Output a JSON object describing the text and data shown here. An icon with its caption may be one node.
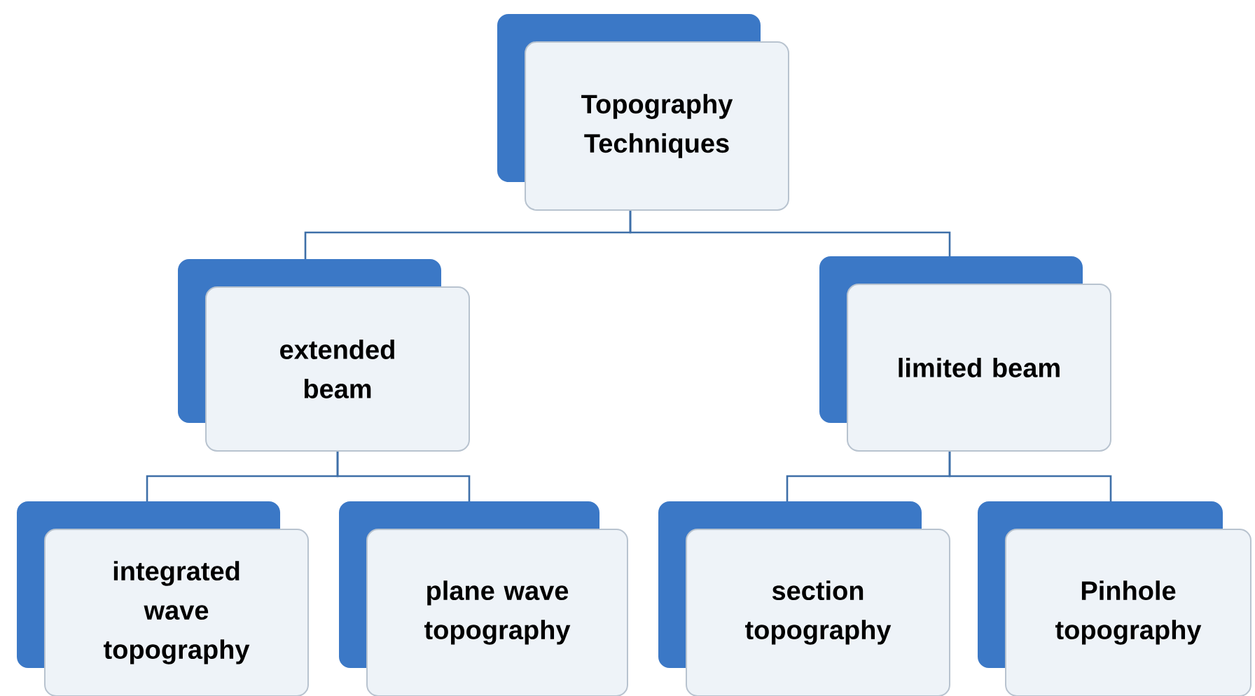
{
  "diagram": {
    "nodes": [
      {
        "text": [
          "Topography Techniques"
        ]
      },
      {
        "text": [
          "extended beam"
        ]
      },
      {
        "text": [
          "limited beam"
        ]
      },
      {
        "text": [
          "integrated wave topography"
        ]
      },
      {
        "text": [
          "plane wave topography"
        ]
      },
      {
        "text": [
          "section topography"
        ]
      },
      {
        "text": [
          "Pinhole topography"
        ]
      }
    ],
    "edges": [
      {
        "from": 0,
        "to": 1,
        "arrow": "none"
      },
      {
        "from": 0,
        "to": 2,
        "arrow": "none"
      },
      {
        "from": 1,
        "to": 3,
        "arrow": "none"
      },
      {
        "from": 1,
        "to": 4,
        "arrow": "none"
      },
      {
        "from": 2,
        "to": 5,
        "arrow": "none"
      },
      {
        "from": 2,
        "to": 6,
        "arrow": "none"
      }
    ]
  }
}
